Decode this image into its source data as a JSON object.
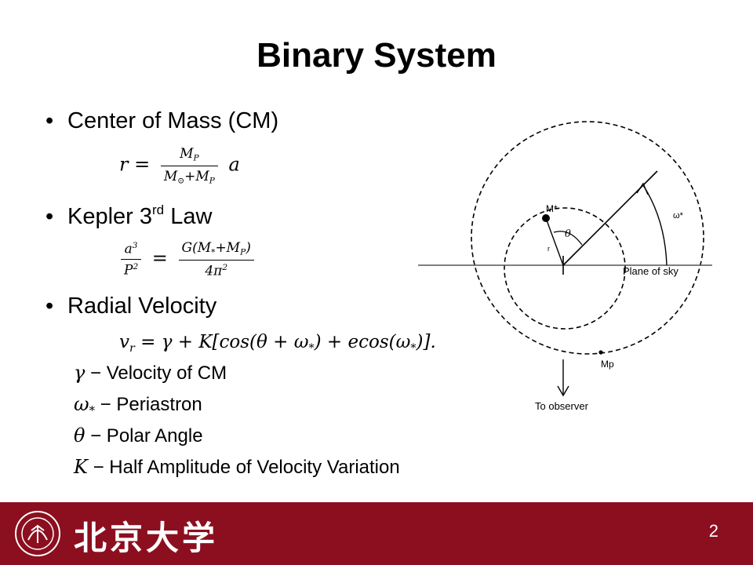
{
  "title": "Binary System",
  "bullets": {
    "b1": "Center of Mass (CM)",
    "b2_main": "Kepler 3",
    "b2_sup": "rd",
    "b2_tail": " Law",
    "b3": "Radial Velocity"
  },
  "equations": {
    "cm": {
      "lhs": "r =",
      "num_main": "M",
      "num_sub": "P",
      "den_a": "M",
      "den_a_sub": "⊙",
      "den_plus": "+M",
      "den_b_sub": "P",
      "tail": "a"
    },
    "kepler": {
      "num_left": "a",
      "num_left_sup": "3",
      "den_left": "P",
      "den_left_sup": "2",
      "eq": "=",
      "num_right": "G(M",
      "num_right_sub": "*",
      "num_right_mid": "+M",
      "num_right_sub2": "P",
      "num_right_end": ")",
      "den_right": "4π",
      "den_right_sup": "2"
    },
    "rv": {
      "lhs": "v",
      "lhs_sub": "r",
      "rhs": " = γ + K[cos(θ + ω",
      "rhs_sub": "*",
      "rhs_mid": ") + ecos(ω",
      "rhs_sub2": "*",
      "rhs_end": ")]."
    }
  },
  "definitions": [
    {
      "symbol": "γ",
      "text": " − Velocity of  CM"
    },
    {
      "symbol": "ω",
      "symbol_sub": "*",
      "text": " − Periastron"
    },
    {
      "symbol": "θ",
      "text": " − Polar Angle"
    },
    {
      "symbol": "K",
      "text": " − Half Amplitude of Velocity Variation"
    }
  ],
  "diagram": {
    "label_mstar": "M*",
    "label_theta": "θ",
    "label_omega": "ω*",
    "label_plane": "Plane of sky",
    "label_mp": "Mp",
    "label_observer": "To observer",
    "label_r": "r"
  },
  "footer": {
    "university": "北京大学",
    "page_number": "2",
    "color": "#8c0f1f"
  }
}
